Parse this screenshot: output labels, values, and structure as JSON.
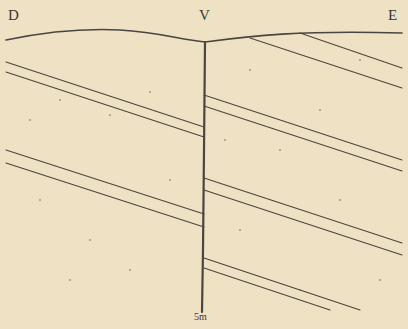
{
  "diagram": {
    "labels": [
      "D",
      "V",
      "E",
      "5m"
    ]
  }
}
